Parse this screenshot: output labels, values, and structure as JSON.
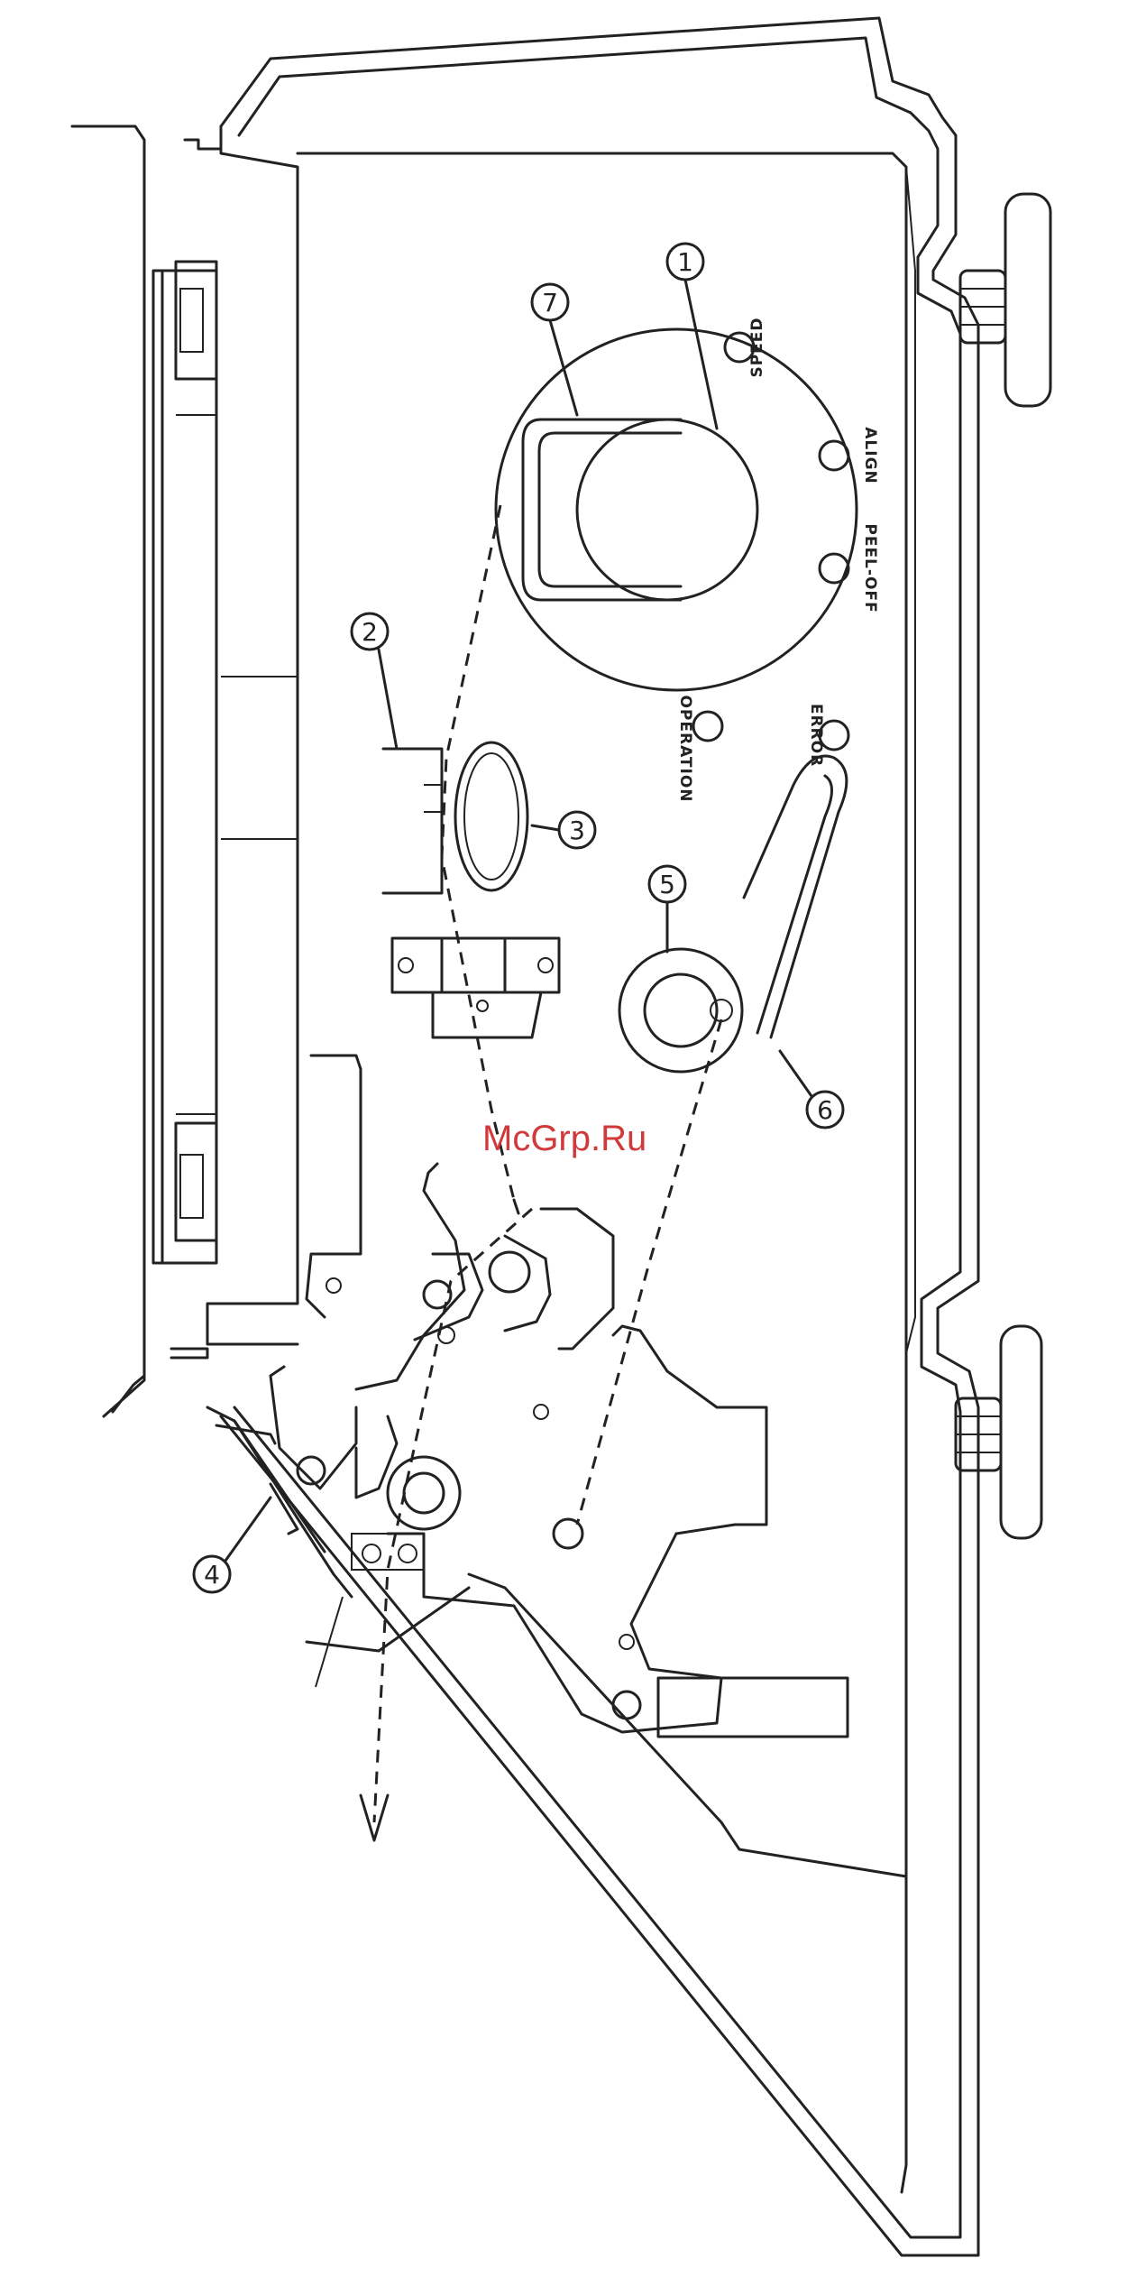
{
  "panel_labels": {
    "speed": "SPEED",
    "align": "ALIGN",
    "peel_off": "PEEL-OFF",
    "operation": "OPERATION",
    "error": "ERROR"
  },
  "callouts": {
    "c1": "1",
    "c2": "2",
    "c3": "3",
    "c4": "4",
    "c5": "5",
    "c6": "6",
    "c7": "7"
  },
  "watermark": "McGrp.Ru"
}
